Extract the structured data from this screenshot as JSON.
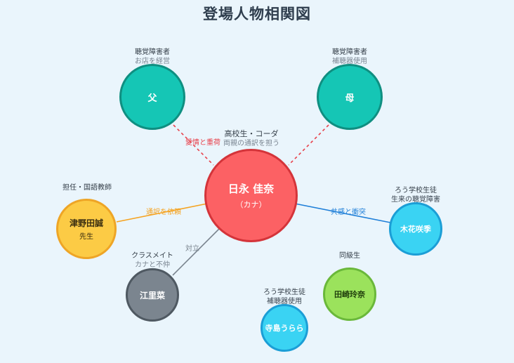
{
  "title": "登場人物相関図",
  "people": {
    "father": {
      "name": "父",
      "role": "聴覚障害者",
      "desc": "お店を経営",
      "color": "#15c6b5",
      "border": "#0f8f81"
    },
    "mother": {
      "name": "母",
      "role": "聴覚障害者",
      "desc": "補聴器使用",
      "color": "#15c6b5",
      "border": "#0f8f81"
    },
    "hinaga": {
      "name": "日永 佳奈",
      "sub": "（カナ）",
      "role": "高校生・コーダ",
      "desc": "両親の通訳を担う",
      "color": "#fc6164",
      "border": "#d4343a"
    },
    "tsuno": {
      "name": "津野田誠",
      "sub": "先生",
      "role": "担任・国語教師",
      "color": "#fccb45",
      "border": "#eea526"
    },
    "kibana": {
      "name": "木花咲季",
      "role": "ろう学校生徒",
      "desc": "生来の聴覚障害",
      "color": "#3ad3f3",
      "border": "#1b9ed6"
    },
    "erina": {
      "name": "江里菜",
      "role": "クラスメイト",
      "desc": "カナと不仲",
      "color": "#7b858f",
      "border": "#4f5962"
    },
    "tazaki": {
      "name": "田崎玲奈",
      "role": "同級生",
      "color": "#9be25c",
      "border": "#6ab83a"
    },
    "terashima": {
      "name": "寺島うらら",
      "role": "ろう学校生徒",
      "desc": "補聴器使用",
      "color": "#3ad3f3",
      "border": "#1b9ed6"
    }
  },
  "edges": {
    "father": {
      "label": "愛情と重荷",
      "color": "#e8404a"
    },
    "mother": {
      "label": "",
      "color": "#e8404a"
    },
    "tsuno": {
      "label": "通訳を依頼",
      "color": "#f5a321"
    },
    "kibana": {
      "label": "共感と衝突",
      "color": "#1f7fd8"
    },
    "erina": {
      "label": "対立",
      "color": "#7b858f"
    }
  }
}
